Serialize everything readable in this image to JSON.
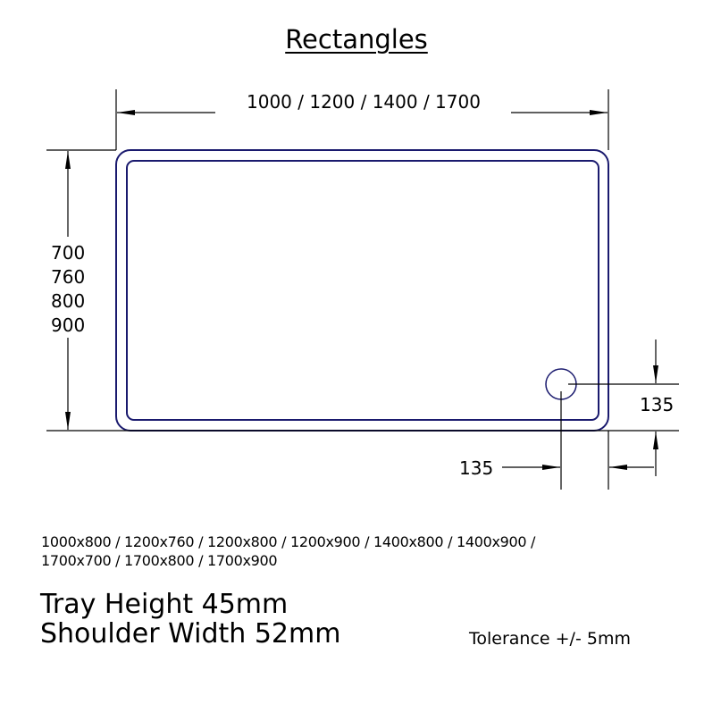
{
  "title": "Rectangles",
  "dimensions": {
    "width_label": "1000 / 1200 / 1400 / 1700",
    "heights": [
      "700",
      "760",
      "800",
      "900"
    ],
    "waste_offset_vertical": "135",
    "waste_offset_horizontal": "135"
  },
  "available_sizes": {
    "line1": "1000x800 / 1200x760 / 1200x800 / 1200x900 / 1400x800 / 1400x900 /",
    "line2": "1700x700 / 1700x800 / 1700x900"
  },
  "specs": {
    "tray_height": "Tray Height 45mm",
    "shoulder_width": "Shoulder Width 52mm",
    "tolerance": "Tolerance +/- 5mm"
  },
  "colors": {
    "outline": "#1a1a6e",
    "dimension_lines": "#000000",
    "background": "#ffffff"
  }
}
